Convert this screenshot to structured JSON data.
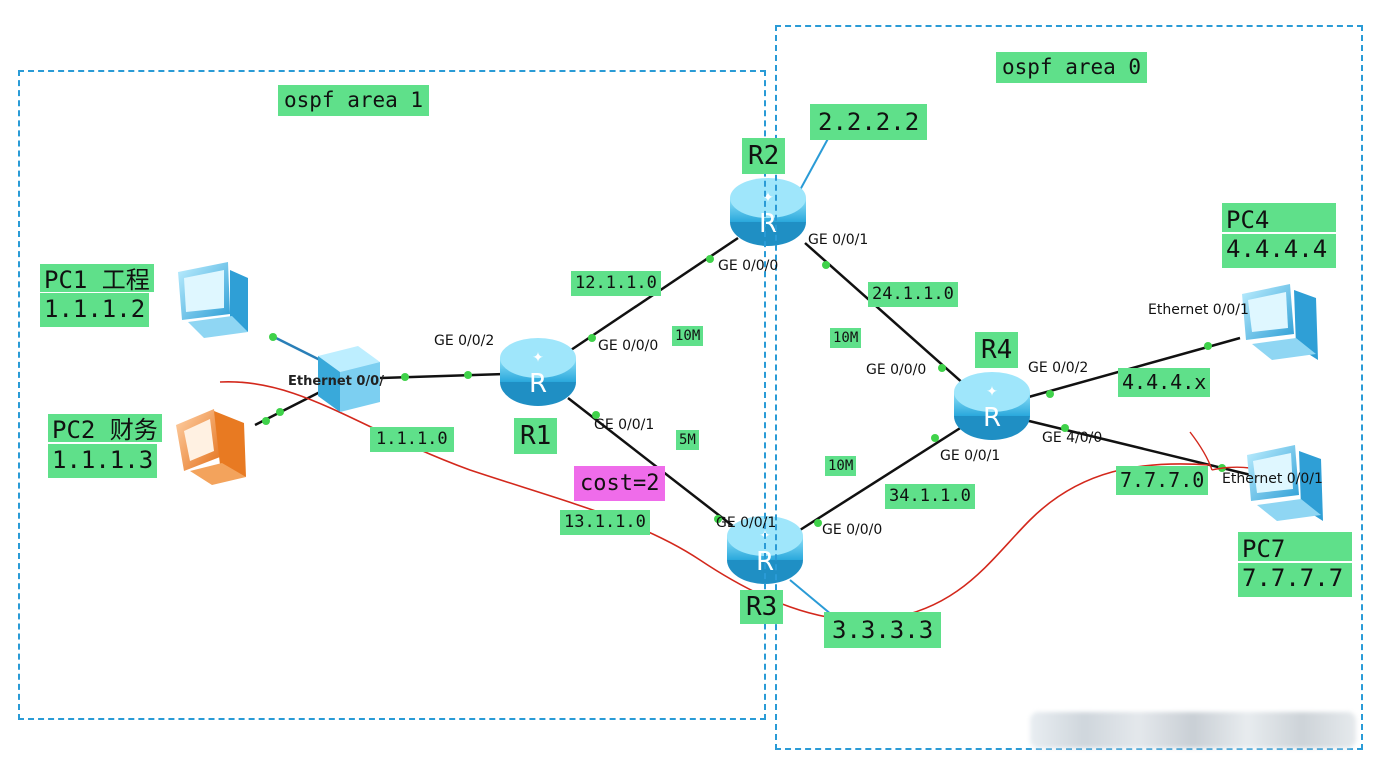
{
  "areas": {
    "area1": "ospf area 1",
    "area0": "ospf area 0"
  },
  "routers": {
    "r1": "R1",
    "r2": "R2",
    "r3": "R3",
    "r4": "R4"
  },
  "router_ids": {
    "r2": "2.2.2.2",
    "r3": "3.3.3.3"
  },
  "pcs": {
    "pc1": {
      "name": "PC1 工程",
      "ip": "1.1.1.2"
    },
    "pc2": {
      "name": "PC2 财务",
      "ip": "1.1.1.3"
    },
    "pc4": {
      "name": "PC4",
      "ip": "4.4.4.4"
    },
    "pc7": {
      "name": "PC7",
      "ip": "7.7.7.7"
    }
  },
  "networks": {
    "n1": "1.1.1.0",
    "n12": "12.1.1.0",
    "n13": "13.1.1.0",
    "n24": "24.1.1.0",
    "n34": "34.1.1.0",
    "n44": "4.4.4.x",
    "n77": "7.7.7.0"
  },
  "costs": {
    "c12": "10M",
    "c13": "5M",
    "c24": "10M",
    "c34": "10M",
    "cost": "cost=2"
  },
  "interfaces": {
    "r1_g002": "GE 0/0/2",
    "r1_g000": "GE 0/0/0",
    "r1_g001": "GE 0/0/1",
    "r2_g000": "GE 0/0/0",
    "r2_g001": "GE 0/0/1",
    "r3_g001": "GE 0/0/1",
    "r3_g000": "GE 0/0/0",
    "r4_g000": "GE 0/0/0",
    "r4_g001": "GE 0/0/1",
    "r4_g002": "GE 0/0/2",
    "r4_g400": "GE 4/0/0",
    "pc4_eth": "Ethernet 0/0/1",
    "pc7_eth": "Ethernet 0/0/1",
    "sw_eth": "Ethernet 0/0/"
  },
  "colors": {
    "label_bg": "#5fe08a",
    "area_border": "#2a9bd6",
    "router": "#4cc3ee",
    "path": "#d3281c",
    "pink": "#ef6cea"
  },
  "icons": [
    "router-icon",
    "pc-icon",
    "switch-icon"
  ]
}
